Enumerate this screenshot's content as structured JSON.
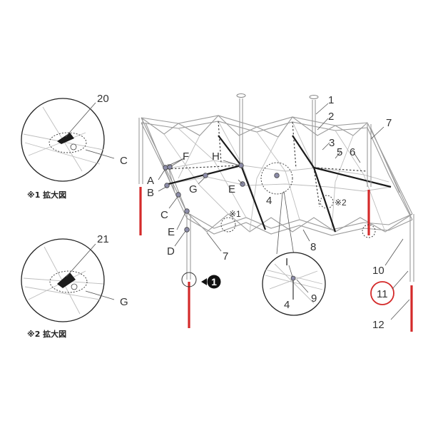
{
  "labels": {
    "n1": "1",
    "n2": "2",
    "n3": "3",
    "n4a": "4",
    "n4b": "4",
    "n5": "5",
    "n6": "6",
    "n7a": "7",
    "n7b": "7",
    "n8": "8",
    "n9": "9",
    "n10": "10",
    "n11": "11",
    "n12": "12",
    "n20": "20",
    "n21": "21",
    "A": "A",
    "B": "B",
    "C": "C",
    "D": "D",
    "E1": "E",
    "E2": "E",
    "F": "F",
    "G": "G",
    "H": "H",
    "I": "I",
    "C_detail": "C",
    "G_detail": "G",
    "ref1": "※1",
    "ref2": "※2",
    "callout1": "1"
  },
  "captions": {
    "detail1": "※1 拡大図",
    "detail2": "※2 拡大図"
  },
  "colors": {
    "highlight_red": "#d42a2a",
    "frame_gray": "#9a9a9a",
    "dark_bar": "#1a1a1a"
  }
}
